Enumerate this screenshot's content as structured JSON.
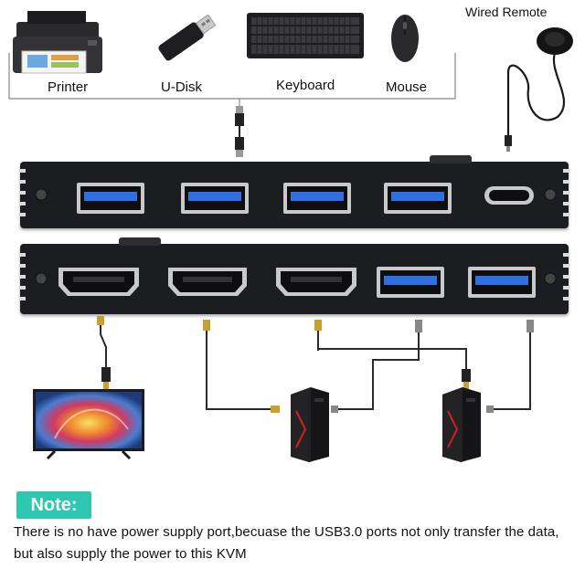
{
  "peripherals": {
    "printer": "Printer",
    "udisk": "U-Disk",
    "keyboard": "Keyboard",
    "mouse": "Mouse",
    "wired_remote": "Wired Remote"
  },
  "note": {
    "badge": "Note:",
    "line1": "There is no have power supply port,becuase the USB3.0 ports not only transfer the data,",
    "line2": "but also supply the power to this KVM"
  },
  "colors": {
    "usb_blue": "#2f6fe0",
    "device_body": "#1c1d20",
    "note_accent": "#2ec8b0",
    "cable": "#2a2a2a"
  },
  "icons": [
    "printer-icon",
    "usb-drive-icon",
    "keyboard-icon",
    "mouse-icon",
    "wired-remote-icon",
    "monitor-icon",
    "pc-tower-icon"
  ]
}
